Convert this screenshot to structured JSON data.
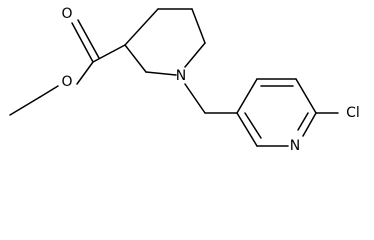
{
  "molecule": {
    "atoms": {
      "carbonyl_oxygen": "O",
      "ester_oxygen": "O",
      "piperidine_nitrogen": "N",
      "pyridine_nitrogen": "N",
      "chlorine": "Cl"
    },
    "bond_color": "#000000",
    "background": "#ffffff"
  }
}
